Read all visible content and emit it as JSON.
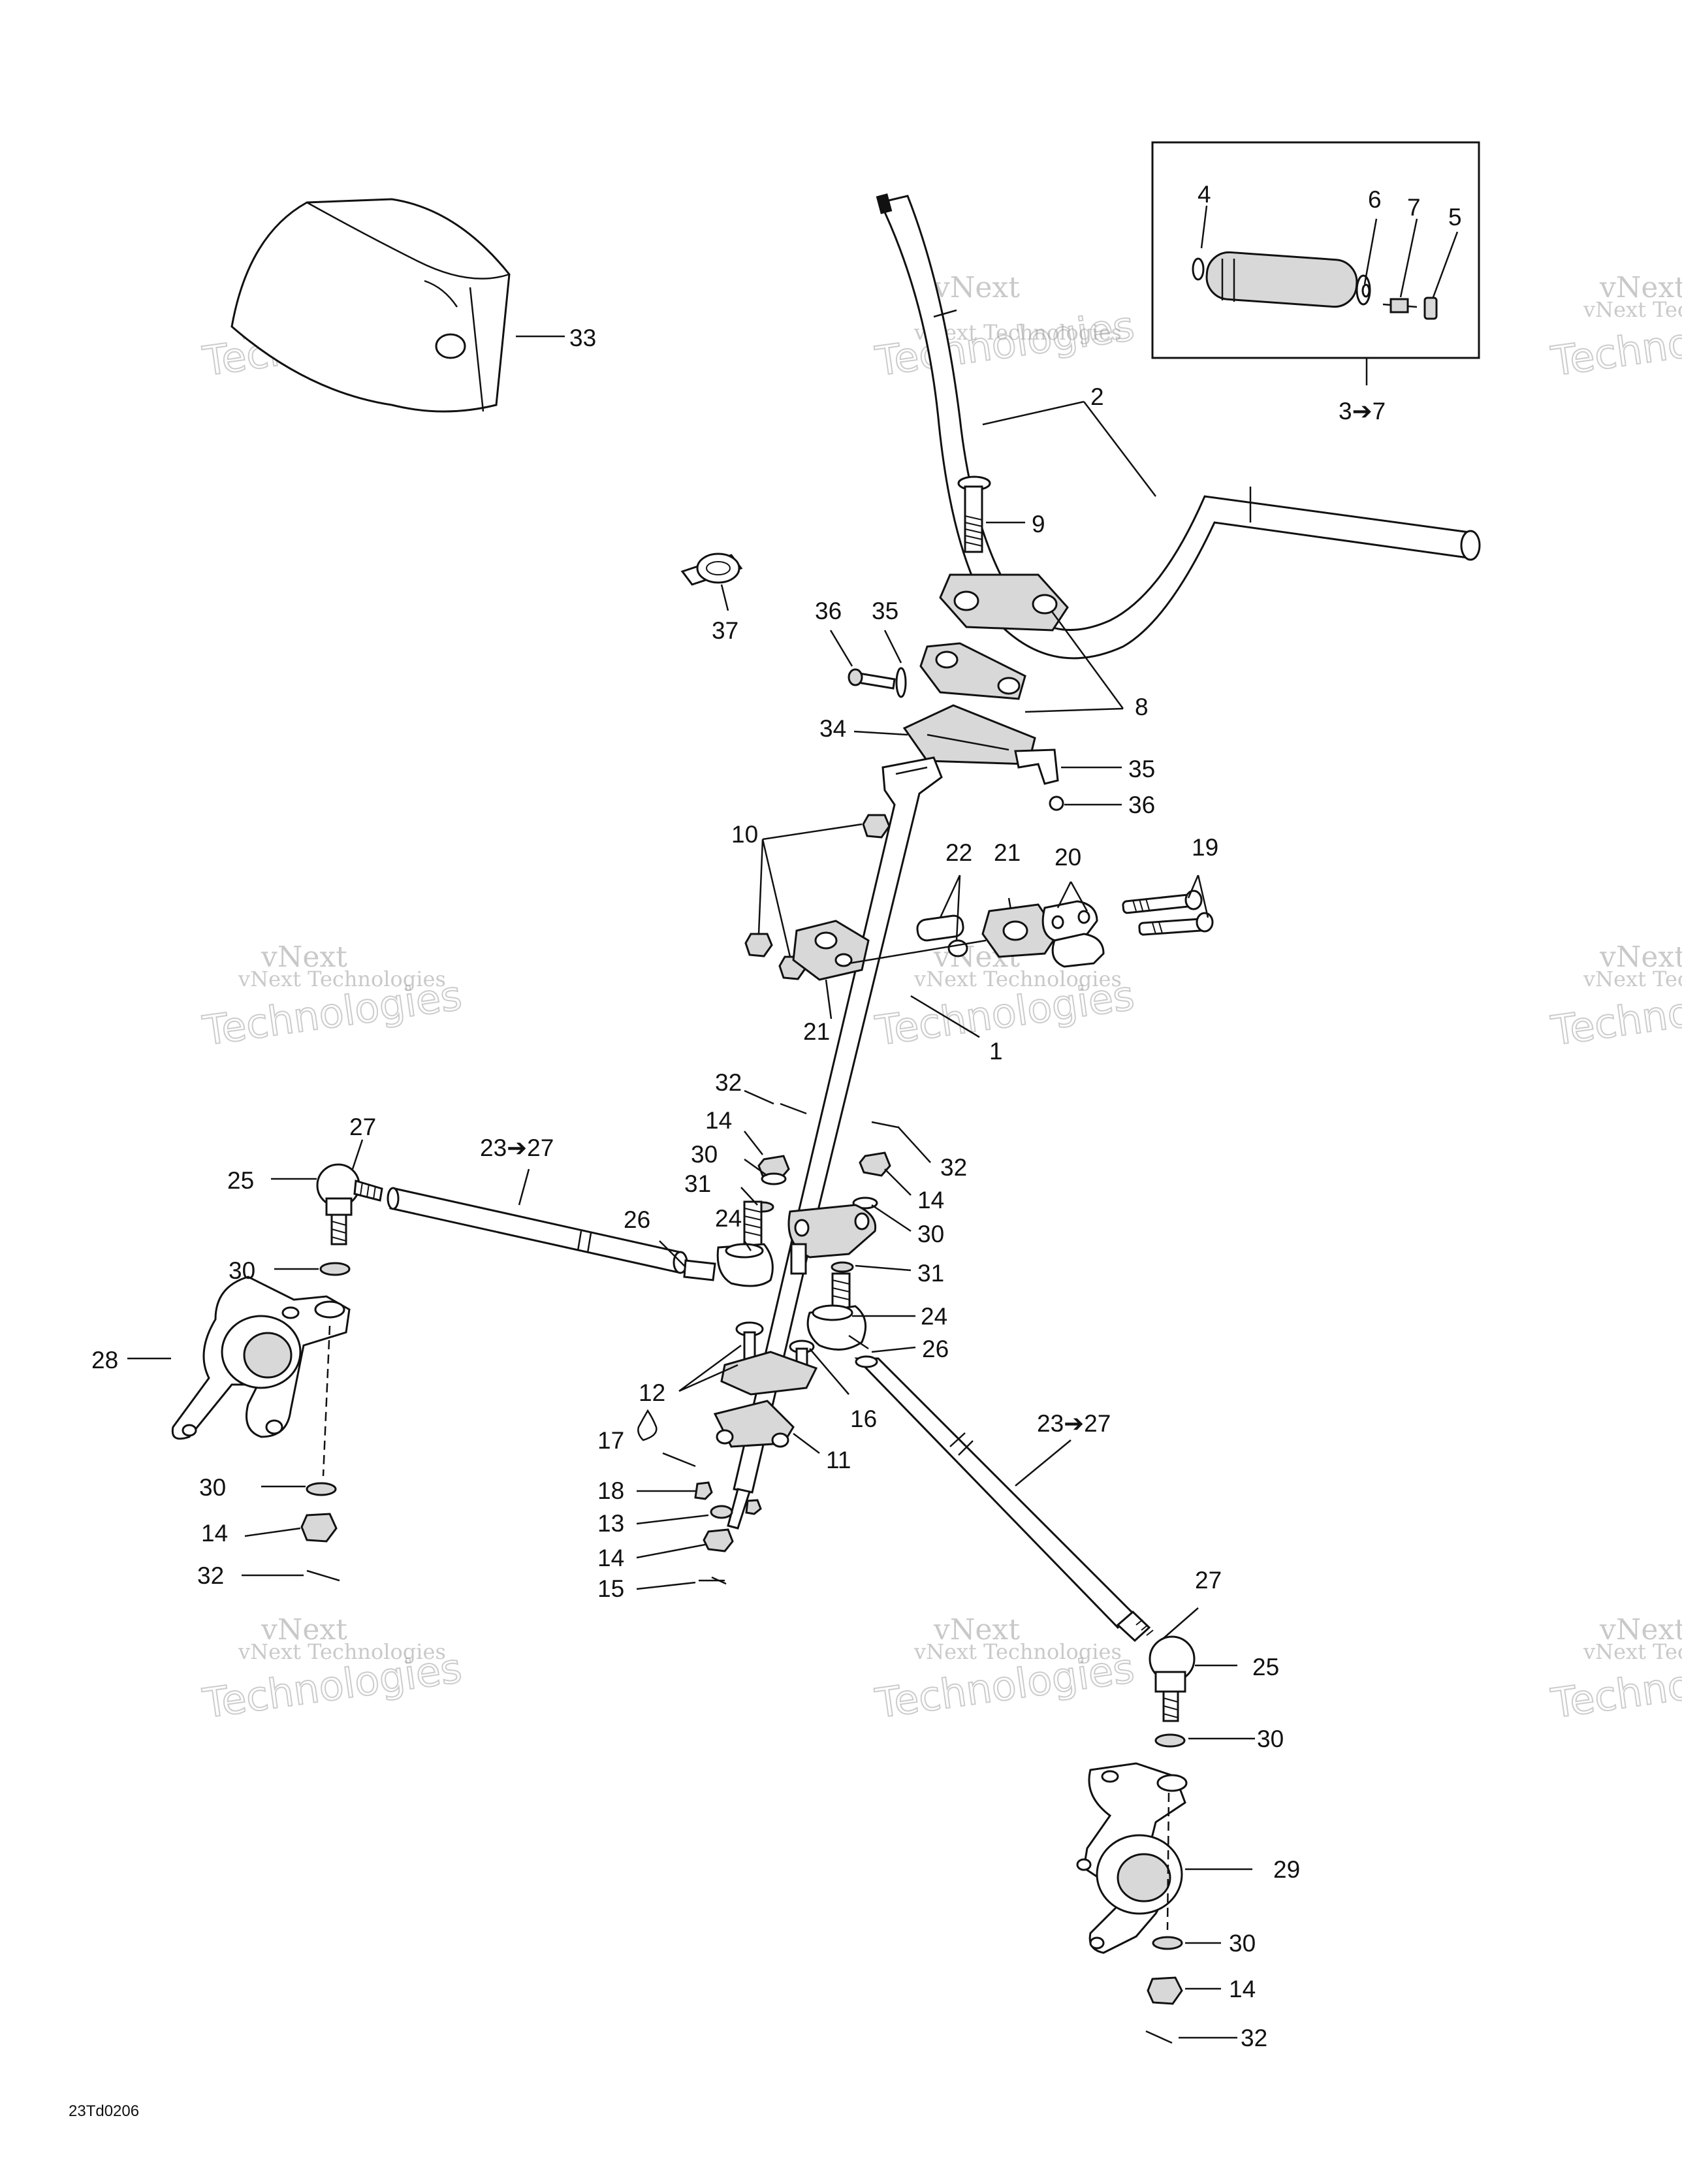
{
  "diagram": {
    "drawing_code": "23Td0206",
    "inset_label": "3➔7",
    "callouts": [
      {
        "id": "c33",
        "text": "33"
      },
      {
        "id": "c4",
        "text": "4"
      },
      {
        "id": "c6",
        "text": "6"
      },
      {
        "id": "c7",
        "text": "7"
      },
      {
        "id": "c5",
        "text": "5"
      },
      {
        "id": "c2",
        "text": "2"
      },
      {
        "id": "c9",
        "text": "9"
      },
      {
        "id": "c37",
        "text": "37"
      },
      {
        "id": "c36a",
        "text": "36"
      },
      {
        "id": "c35a",
        "text": "35"
      },
      {
        "id": "c8",
        "text": "8"
      },
      {
        "id": "c34",
        "text": "34"
      },
      {
        "id": "c35b",
        "text": "35"
      },
      {
        "id": "c36b",
        "text": "36"
      },
      {
        "id": "c10",
        "text": "10"
      },
      {
        "id": "c22",
        "text": "22"
      },
      {
        "id": "c21a",
        "text": "21"
      },
      {
        "id": "c20",
        "text": "20"
      },
      {
        "id": "c19",
        "text": "19"
      },
      {
        "id": "c21b",
        "text": "21"
      },
      {
        "id": "c1",
        "text": "1"
      },
      {
        "id": "c32a",
        "text": "32"
      },
      {
        "id": "c14a",
        "text": "14"
      },
      {
        "id": "c30a",
        "text": "30"
      },
      {
        "id": "c31a",
        "text": "31"
      },
      {
        "id": "c24a",
        "text": "24"
      },
      {
        "id": "c26a",
        "text": "26"
      },
      {
        "id": "c32b",
        "text": "32"
      },
      {
        "id": "c14b",
        "text": "14"
      },
      {
        "id": "c30b",
        "text": "30"
      },
      {
        "id": "c31b",
        "text": "31"
      },
      {
        "id": "c24b",
        "text": "24"
      },
      {
        "id": "c26b",
        "text": "26"
      },
      {
        "id": "c27a",
        "text": "27"
      },
      {
        "id": "c25a",
        "text": "25"
      },
      {
        "id": "c2327a",
        "text": "23➔27"
      },
      {
        "id": "c30c",
        "text": "30"
      },
      {
        "id": "c28",
        "text": "28"
      },
      {
        "id": "c30d",
        "text": "30"
      },
      {
        "id": "c14c",
        "text": "14"
      },
      {
        "id": "c32c",
        "text": "32"
      },
      {
        "id": "c12",
        "text": "12"
      },
      {
        "id": "c16",
        "text": "16"
      },
      {
        "id": "c11",
        "text": "11"
      },
      {
        "id": "c17",
        "text": "17"
      },
      {
        "id": "c18",
        "text": "18"
      },
      {
        "id": "c13",
        "text": "13"
      },
      {
        "id": "c14d",
        "text": "14"
      },
      {
        "id": "c15",
        "text": "15"
      },
      {
        "id": "c2327b",
        "text": "23➔27"
      },
      {
        "id": "c27b",
        "text": "27"
      },
      {
        "id": "c25b",
        "text": "25"
      },
      {
        "id": "c30e",
        "text": "30"
      },
      {
        "id": "c29",
        "text": "29"
      },
      {
        "id": "c30f",
        "text": "30"
      },
      {
        "id": "c14e",
        "text": "14"
      },
      {
        "id": "c32d",
        "text": "32"
      }
    ],
    "watermark": {
      "line1": "vNext",
      "line2": "vNext Technologies",
      "line3": "Technologies"
    }
  }
}
